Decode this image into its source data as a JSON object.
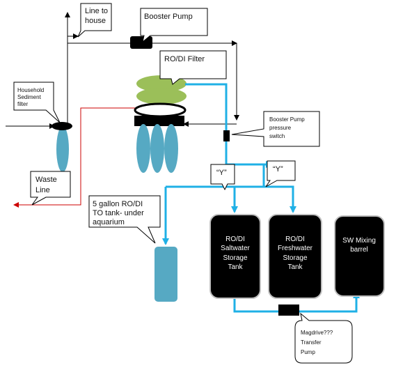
{
  "labels": {
    "line_to_house": [
      "Line to",
      "house"
    ],
    "booster_pump": "Booster Pump",
    "ro_di_filter": "RO/DI Filter",
    "household_sediment": [
      "Household",
      "Sediment",
      "filter"
    ],
    "booster_pressure_switch": [
      "Booster Pump",
      "pressure",
      "switch"
    ],
    "y_left": "“Y”",
    "y_right": "“Y”",
    "waste_line": [
      "Waste",
      "Line"
    ],
    "to_tank": [
      "5 gallon RO/DI",
      "TO tank- under",
      "aquarium"
    ],
    "saltwater_tank": [
      "RO/DI",
      "Saltwater",
      "Storage",
      "Tank"
    ],
    "freshwater_tank": [
      "RO/DI",
      "Freshwater",
      "Storage",
      "Tank"
    ],
    "sw_mixing": [
      "SW Mixing",
      "barrel"
    ],
    "transfer_pump": [
      "Magdrive???",
      "Transfer",
      "Pump"
    ]
  },
  "colors": {
    "water_line": "#1fb0e6",
    "waste_line": "#cc0000",
    "tank_fill": "#000000",
    "canister_fill": "#56a9c3",
    "filter_green": "#9bbf59",
    "line": "#000000"
  }
}
